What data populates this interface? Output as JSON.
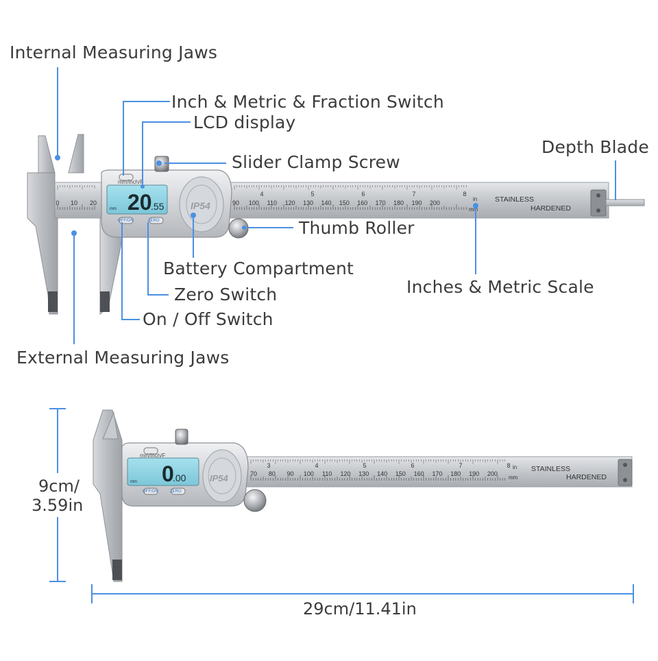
{
  "colors": {
    "leader": "#4a90e2",
    "steel": "#c9ccd0",
    "lcd": "#8fd3e4",
    "text": "#3c3c3c"
  },
  "labels": {
    "internal_jaws": "Internal Measuring Jaws",
    "fraction_switch": "Inch & Metric & Fraction Switch",
    "lcd_display": "LCD display",
    "clamp_screw": "Slider Clamp Screw",
    "depth_blade": "Depth Blade",
    "thumb_roller": "Thumb Roller",
    "battery": "Battery Compartment",
    "scale": "Inches & Metric Scale",
    "zero_switch": "Zero Switch",
    "onoff_switch": "On / Off Switch",
    "external_jaws": "External Measuring Jaws"
  },
  "top_caliper": {
    "lcd_reading_main": "20",
    "lcd_reading_decimal": ".55",
    "lcd_unit": "mm",
    "head_label": "mm/inch/F",
    "button_off_on": "OFF/ON",
    "button_zero": "ZERO",
    "brand": "IP54",
    "scale_mm": [
      "0",
      "10",
      "20",
      "90",
      "100",
      "110",
      "120",
      "130",
      "140",
      "150",
      "160",
      "170",
      "180",
      "190",
      "200"
    ],
    "scale_in": [
      "4",
      "5",
      "6",
      "7",
      "8"
    ],
    "unit_in": "in",
    "unit_mm": "mm",
    "stamp_1": "STAINLESS",
    "stamp_2": "HARDENED"
  },
  "bottom_caliper": {
    "lcd_reading_main": "0",
    "lcd_reading_decimal": ".00",
    "lcd_unit": "mm",
    "head_label": "mm/inch/F",
    "button_off_on": "OFF/ON",
    "button_zero": "ZERO",
    "brand": "IP54",
    "scale_mm": [
      "70",
      "80",
      "90",
      "100",
      "110",
      "120",
      "130",
      "140",
      "150",
      "160",
      "170",
      "180",
      "190",
      "200"
    ],
    "scale_in": [
      "3",
      "4",
      "5",
      "6",
      "7",
      "8"
    ],
    "unit_in": "in",
    "unit_mm": "mm",
    "stamp_1": "STAINLESS",
    "stamp_2": "HARDENED"
  },
  "dimensions": {
    "height": "9cm/\n3.59in",
    "height_line1": "9cm/",
    "height_line2": "3.59in",
    "length": "29cm/11.41in"
  }
}
